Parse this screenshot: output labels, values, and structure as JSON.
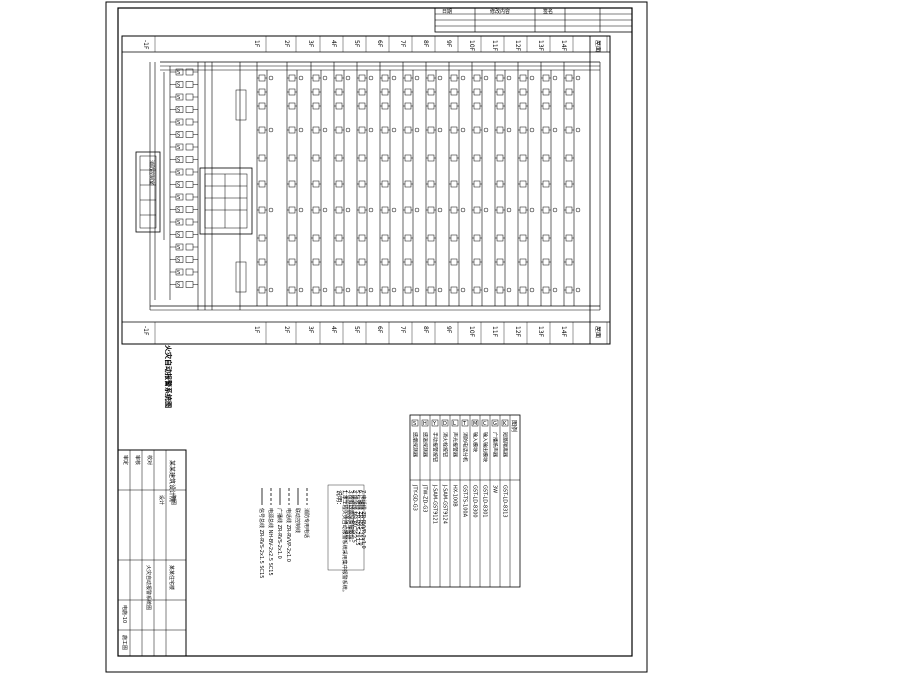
{
  "drawing": {
    "title": "火灾自动报警系统图",
    "floor_labels": [
      "-1F",
      "1F",
      "2F",
      "3F",
      "4F",
      "5F",
      "6F",
      "7F",
      "8F",
      "9F",
      "10F",
      "11F",
      "12F",
      "13F",
      "14F",
      "屋面"
    ],
    "device_labels": [
      "S",
      "S",
      "S",
      "S",
      "S",
      "S",
      "S",
      "S",
      "S",
      "S",
      "S",
      "S",
      "S",
      "S",
      "S",
      "S",
      "S",
      "S"
    ],
    "controller_label": "消防控制室",
    "notes_title": "说明：",
    "notes": [
      "1.本工程火灾自动报警系统采用集中报警系统。",
      "2.消防控制室设于首层。",
      "3.所有线路穿管暗敷设。",
      "4.电源线 NH-BV-2x2.5",
      "5.信号线 ZR-RVS-2x1.5",
      "6.广播线 ZR-RVS-2x1.0",
      "7.电话线 ZR-RVVP-2x1.0"
    ],
    "line_legend": [
      "信号总线  ZR-RVS-2x1.5 SC15",
      "电源总线  NH-BV-2x2.5 SC15",
      "广播线  ZR-RVS-2x1.0",
      "电话线  ZR-RVVP-2x1.0",
      "联动控制线",
      "消防专用电话"
    ],
    "legend_table": {
      "header": "图例",
      "rows": [
        [
          "S",
          "感烟探测器",
          "JTY-GD-G3"
        ],
        [
          "H",
          "感温探测器",
          "JTW-ZD-G3"
        ],
        [
          "Y",
          "手动报警按钮",
          "J-SAM-GST9121"
        ],
        [
          "D",
          "消火栓按钮",
          "J-SAM-GST9124"
        ],
        [
          "L",
          "声光报警器",
          "HX-100B"
        ],
        [
          "T",
          "消防电话分机",
          "GST-TS-100A"
        ],
        [
          "M",
          "输入模块",
          "GST-LD-8300"
        ],
        [
          "C",
          "输入输出模块",
          "GST-LD-8301"
        ],
        [
          "G",
          "广播扬声器",
          "3W"
        ],
        [
          "K",
          "短路隔离器",
          "GST-LD-8313"
        ]
      ]
    },
    "title_block": {
      "company": "某某建筑设计院",
      "project": "某某住宅楼",
      "drawing_name": "火灾自动报警系统图",
      "drawing_no": "电施-10",
      "rows": [
        "审定",
        "审核",
        "校对",
        "设计",
        "制图"
      ],
      "stage": "施工图"
    },
    "revision_table": {
      "headers": [
        "日期",
        "修改内容",
        "签名"
      ],
      "rows": [
        [
          "",
          "",
          ""
        ],
        [
          "",
          "",
          ""
        ],
        [
          "",
          "",
          ""
        ]
      ]
    },
    "colors": {
      "line": "#000000",
      "background": "#ffffff"
    }
  }
}
